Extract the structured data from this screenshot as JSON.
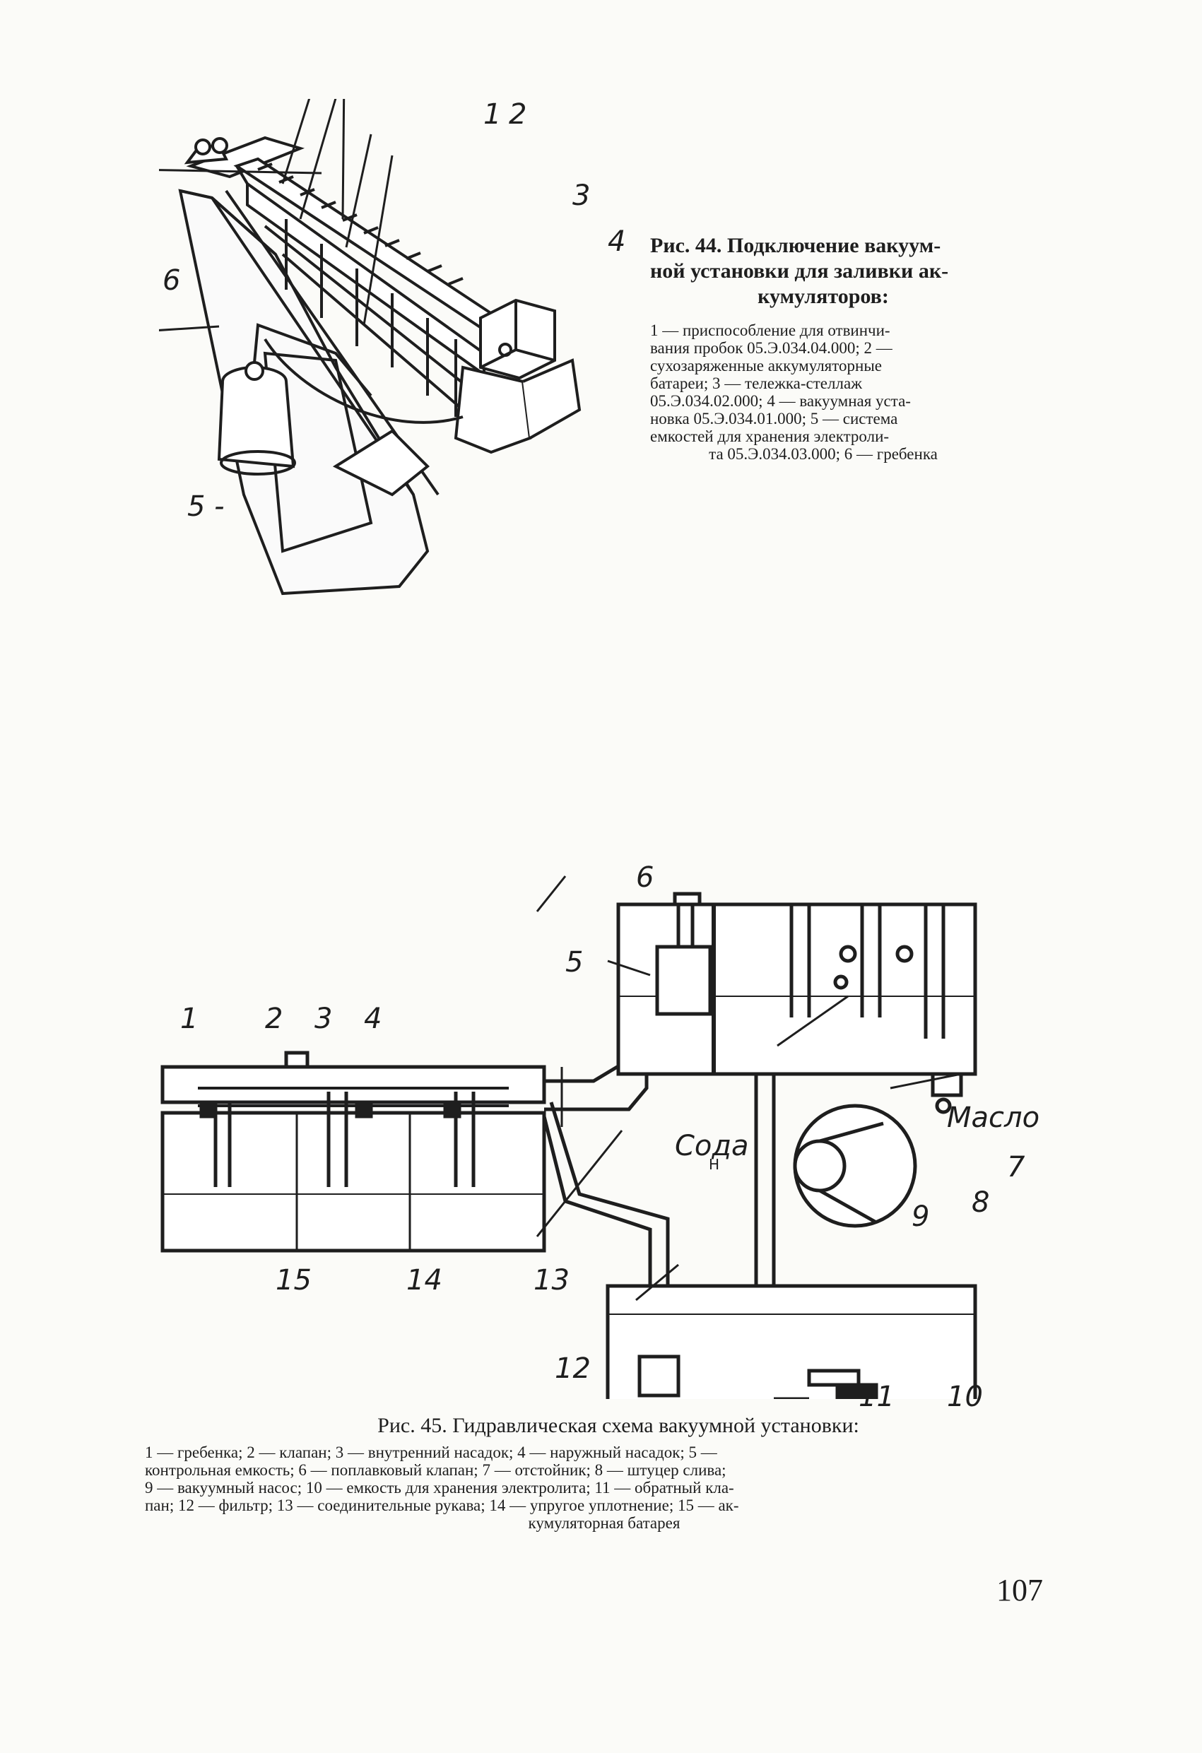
{
  "page_number": "107",
  "fig44": {
    "title_line1": "Рис. 44. Подключение вакуум-",
    "title_line2": "ной установки для заливки ак-",
    "title_line3": "кумуляторов:",
    "legend": [
      "1 — приспособление для отвинчи-",
      "вания пробок 05.Э.034.04.000; 2 —",
      "сухозаряженные аккумуляторные",
      "батареи; 3 — тележка-стеллаж",
      "05.Э.034.02.000; 4 — вакуумная уста-",
      "новка 05.Э.034.01.000; 5 — система",
      "емкостей для хранения электроли-",
      "та 05.Э.034.03.000; 6 — гребенка"
    ],
    "labels": {
      "l1": "1",
      "l2": "2",
      "l3": "3",
      "l4": "4",
      "l5": "5 -",
      "l6": "6"
    }
  },
  "fig45": {
    "title": "Рис. 45. Гидравлическая схема вакуумной установки:",
    "legend": [
      "1 — гребенка; 2 — клапан; 3 — внутренний насадок; 4 — наружный насадок; 5 —",
      "контрольная емкость; 6 — поплавковый клапан; 7 — отстойник; 8 — штуцер слива;",
      "9 — вакуумный насос; 10 — емкость для хранения электролита; 11 — обратный кла-",
      "пан; 12 — фильтр; 13 — соединительные рукава; 14 — упругое уплотнение; 15 — ак-",
      "кумуляторная батарея"
    ],
    "labels": {
      "n1": "1",
      "n2": "2",
      "n3": "3",
      "n4": "4",
      "n5": "5",
      "n6": "6",
      "n7": "7",
      "n8": "8",
      "n9": "9",
      "n10": "10",
      "n11": "11",
      "n12": "12",
      "n13": "13",
      "n14": "14",
      "n15": "15",
      "soda": "Сода",
      "oil": "Масло",
      "h": "H"
    }
  },
  "colors": {
    "ink": "#1e1e1e",
    "paper": "#fbfbf8"
  }
}
